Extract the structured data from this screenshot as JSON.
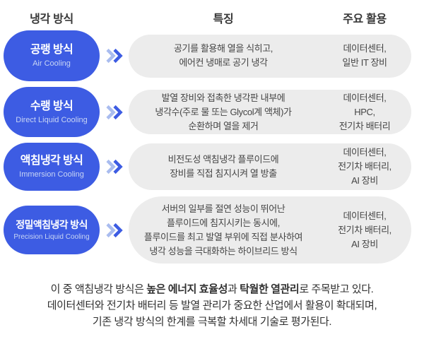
{
  "headers": {
    "method": "냉각 방식",
    "features": "특징",
    "usage": "주요 활용"
  },
  "colors": {
    "accent_blue": "#3D5CE3",
    "chevron_light_blue": "#A9BCEF",
    "box_gray": "#ECECEC",
    "pill_subtitle": "#C8D5F4",
    "body_text": "#454545"
  },
  "icons": {
    "row_arrow": "double-chevron-right"
  },
  "rows": [
    {
      "title": "공랭 방식",
      "subtitle": "Air Cooling",
      "feature": "공기를 활용해 열을 식히고,\n에어컨 냉매로 공기 냉각",
      "usage": "데이터센터,\n일반 IT 장비"
    },
    {
      "title": "수랭 방식",
      "subtitle": "Direct Liquid Cooling",
      "feature": "발열 장비와 접촉한 냉각판 내부에\n냉각수(주로 물 또는 Glycol계 액체)가\n순환하며 열을 제거",
      "usage": "데이터센터,\nHPC,\n전기차 배터리"
    },
    {
      "title": "액침냉각 방식",
      "subtitle": "Immersion Cooling",
      "feature": "비전도성 액침냉각 플루이드에\n장비를 직접 침지시켜 열 방출",
      "usage": "데이터센터,\n전기차 배터리,\nAI 장비"
    },
    {
      "title": "정밀액침냉각 방식",
      "subtitle": "Precision Liquid Cooling",
      "feature": "서버의 일부를 절연 성능이 뛰어난\n플루이드에 침지시키는 동시에,\n플루이드를 최고 발열 부위에 직접 분사하여\n냉각 성능을 극대화하는 하이브리드 방식",
      "usage": "데이터센터,\n전기차 배터리,\nAI 장비"
    }
  ],
  "footer": {
    "line1_pre": "이 중 액침냉각 방식은 ",
    "line1_bold1": "높은 에너지 효율성",
    "line1_mid": "과 ",
    "line1_bold2": "탁월한 열관리",
    "line1_post": "로 주목받고 있다.",
    "line2": "데이터센터와 전기차 배터리 등 발열 관리가 중요한 산업에서 활용이 확대되며,",
    "line3": "기존 냉각 방식의 한계를 극복할 차세대 기술로 평가된다."
  }
}
